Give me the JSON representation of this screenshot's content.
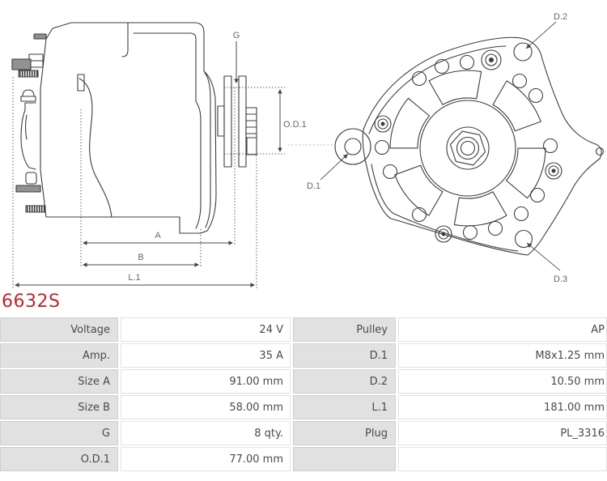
{
  "part_number": "6632S",
  "colors": {
    "part_number_red": "#c0262c",
    "drawing_line": "#3d3d3d",
    "dimension_text": "#666666",
    "metal_fill": "#919191",
    "table_label_bg": "#e1e1e1",
    "table_text": "#4a4a4a"
  },
  "diagram": {
    "side_view": {
      "labels": {
        "g": "G",
        "od1": "O.D.1",
        "a": "A",
        "b": "B",
        "l1": "L.1"
      }
    },
    "front_view": {
      "labels": {
        "d1": "D.1",
        "d2": "D.2",
        "d3": "D.3"
      }
    }
  },
  "spec_table": {
    "rows": [
      {
        "l1": "Voltage",
        "v1": "24 V",
        "l2": "Pulley",
        "v2": "AP"
      },
      {
        "l1": "Amp.",
        "v1": "35 A",
        "l2": "D.1",
        "v2": "M8x1.25 mm"
      },
      {
        "l1": "Size A",
        "v1": "91.00 mm",
        "l2": "D.2",
        "v2": "10.50 mm"
      },
      {
        "l1": "Size B",
        "v1": "58.00 mm",
        "l2": "L.1",
        "v2": "181.00 mm"
      },
      {
        "l1": "G",
        "v1": "8 qty.",
        "l2": "Plug",
        "v2": "PL_3316"
      },
      {
        "l1": "O.D.1",
        "v1": "77.00 mm",
        "l2": "",
        "v2": ""
      }
    ]
  }
}
